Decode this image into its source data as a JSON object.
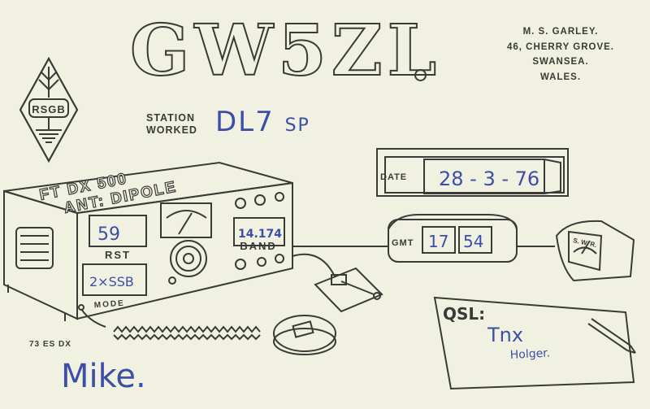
{
  "card": {
    "callsign": "GW5ZL",
    "logo_text": "RSGB",
    "address": [
      "M. S. GARLEY.",
      "46, CHERRY GROVE.",
      "SWANSEA.",
      "WALES."
    ],
    "station_worked_label": [
      "STATION",
      "WORKED"
    ],
    "station_worked_value": "DL7",
    "station_worked_suffix": "SP",
    "date_label": "DATE",
    "date_value": "28 - 3 - 76",
    "gmt_label": "GMT",
    "gmt_hour": "17",
    "gmt_minute": "54",
    "radio_model": "FT DX 500",
    "antenna": "ANT: DIPOLE",
    "rst_value": "59",
    "rst_label": "RST",
    "band_value": "14.174",
    "band_label": "BAND",
    "mode_value": "2×SSB",
    "mode_label": "MODE",
    "meter_label": "S. W. R.",
    "qsl_label": "QSL:",
    "qsl_line1": "Tnx",
    "qsl_line2": "Holger.",
    "sign_off": "73 ES DX",
    "signature": "Mike."
  },
  "colors": {
    "card_background": "#f1f1e2",
    "print_ink": "#3a3a36",
    "handwriting_ink": "#3c4fa8"
  },
  "icons": [
    "rsgb-logo-icon",
    "radio-transceiver-icon",
    "microphone-icon",
    "morse-key-icon",
    "swr-meter-icon",
    "pen-icon"
  ]
}
